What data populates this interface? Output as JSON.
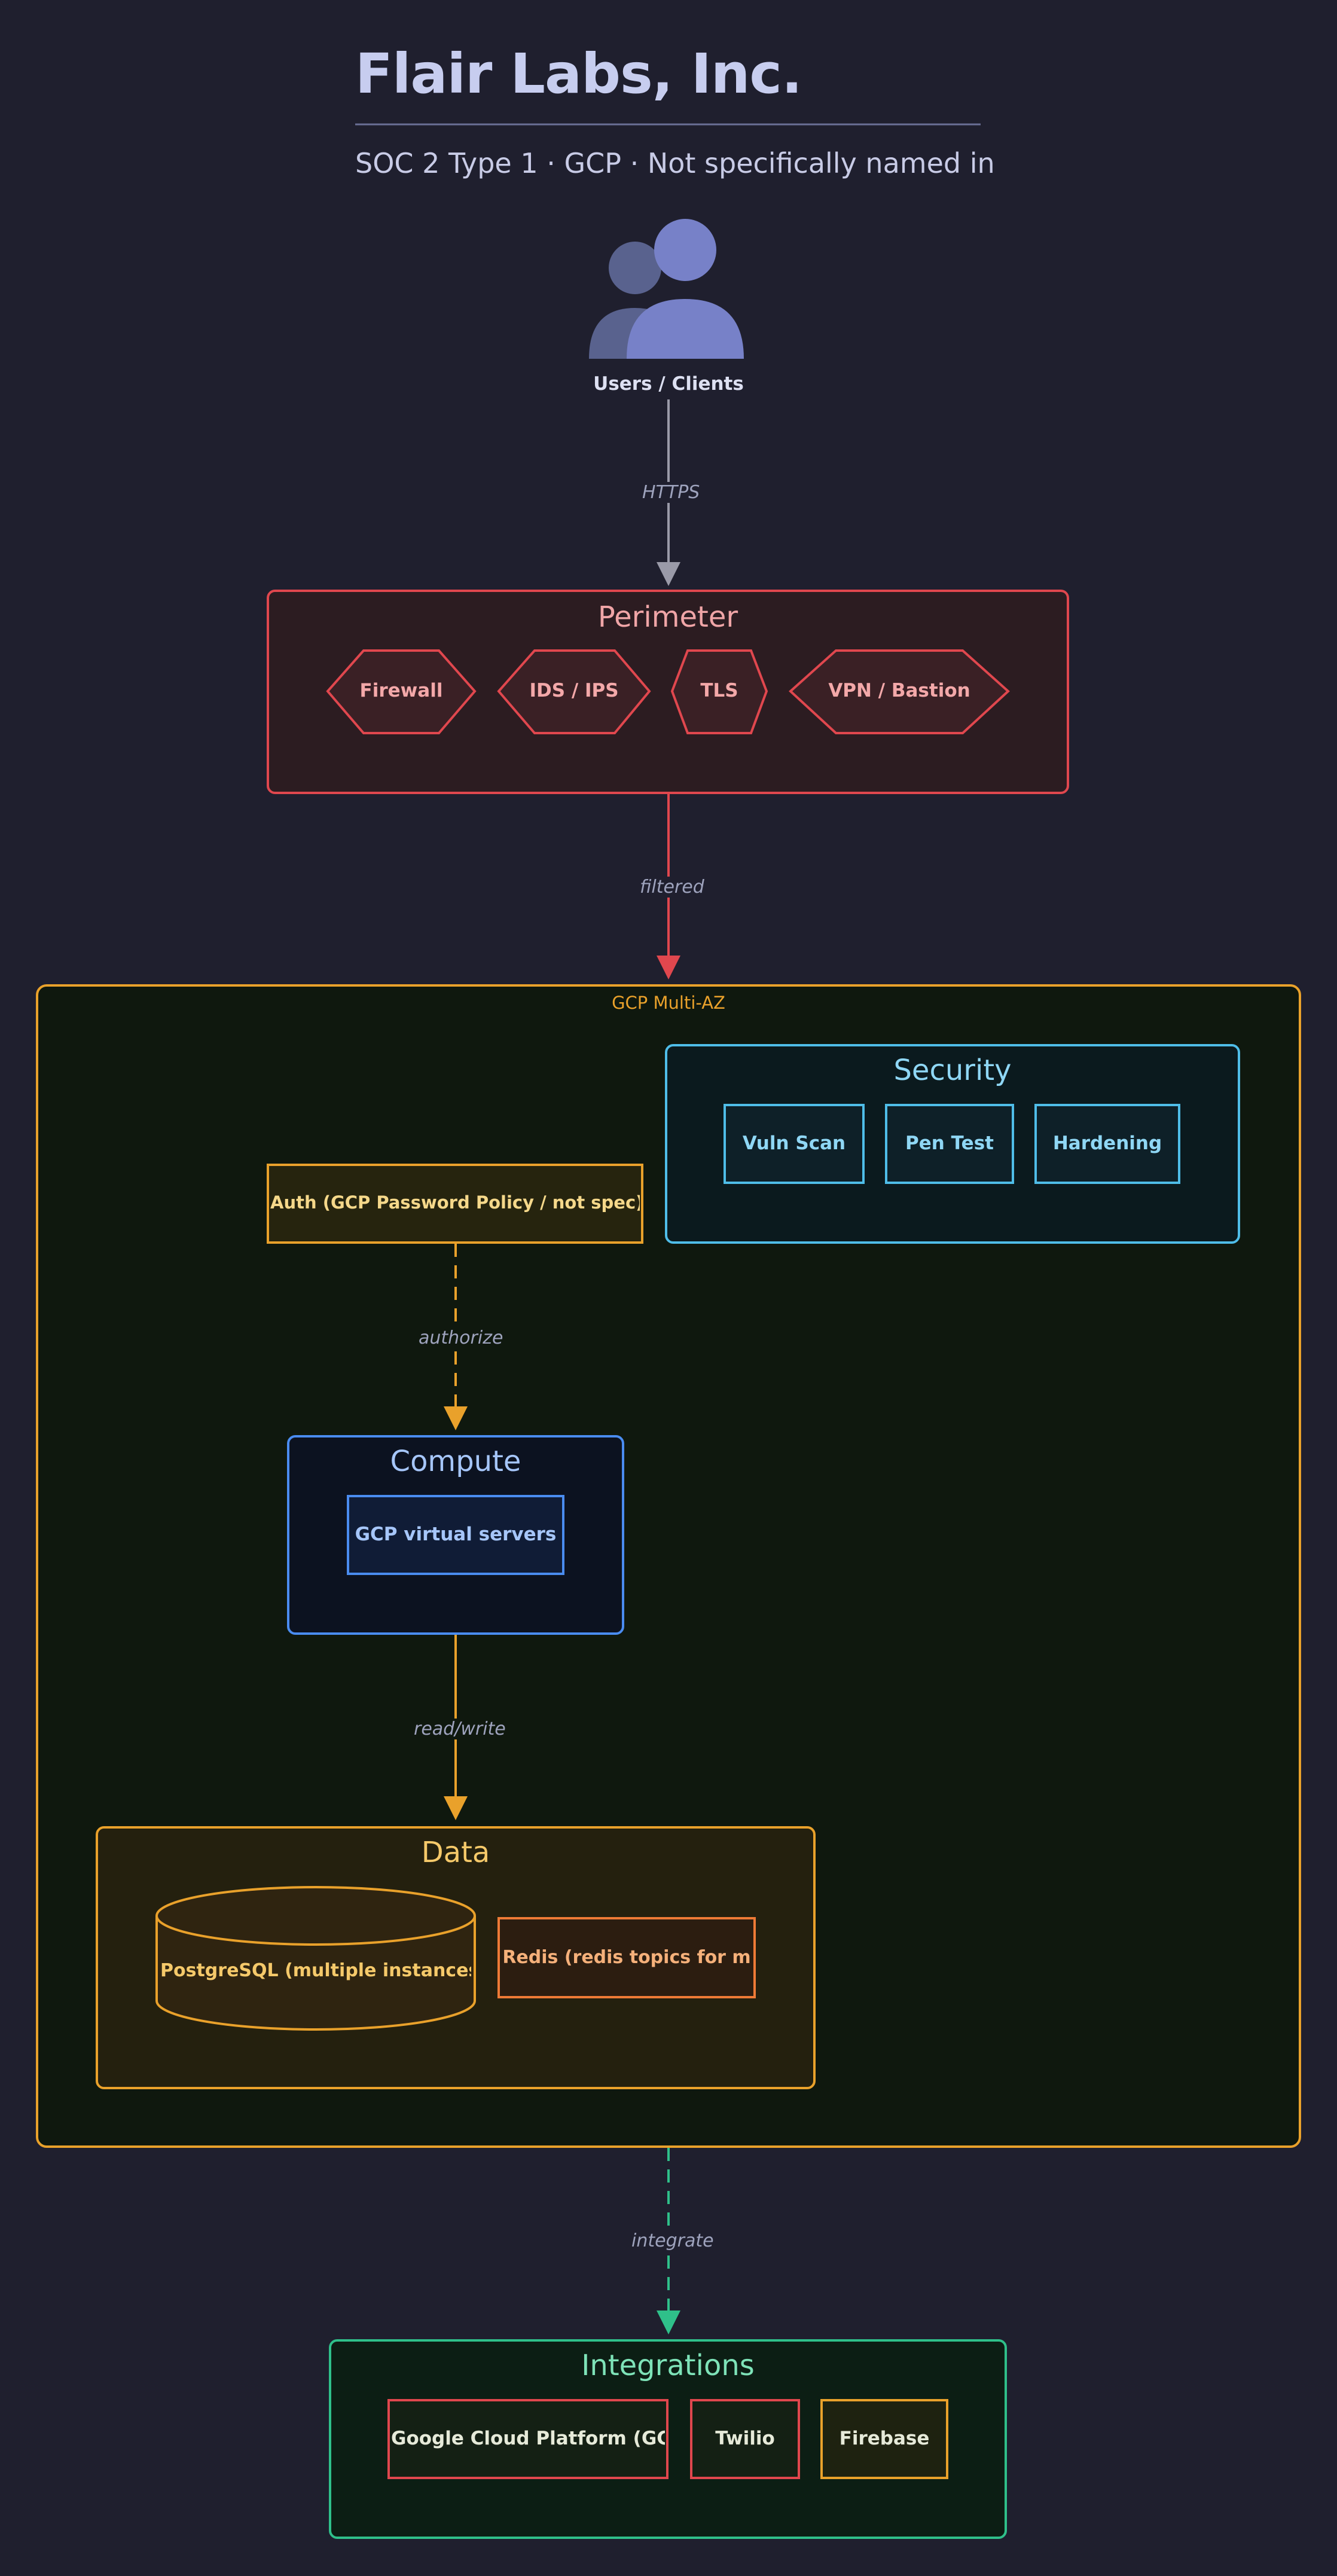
{
  "header": {
    "title": "Flair Labs, Inc.",
    "subtitle": "SOC 2 Type 1 · GCP · Not specifically named in"
  },
  "users": {
    "label": "Users / Clients"
  },
  "edges": {
    "users_perimeter": "HTTPS",
    "perimeter_cloud": "filtered",
    "auth_compute": "authorize",
    "compute_data": "read/write",
    "cloud_integrations": "integrate"
  },
  "perimeter": {
    "title": "Perimeter",
    "items": [
      "Firewall",
      "IDS / IPS",
      "TLS",
      "VPN / Bastion"
    ]
  },
  "cloud": {
    "label": "GCP Multi-AZ"
  },
  "security": {
    "title": "Security",
    "items": [
      "Vuln Scan",
      "Pen Test",
      "Hardening"
    ]
  },
  "auth": {
    "label": "Auth (GCP Password Policy / not spec)"
  },
  "compute": {
    "title": "Compute",
    "items": [
      "GCP virtual servers"
    ]
  },
  "data": {
    "title": "Data",
    "items": [
      "PostgreSQL (multiple instances",
      "Redis (redis topics for m"
    ]
  },
  "integrations": {
    "title": "Integrations",
    "items": [
      "Google Cloud Platform (GC",
      "Twilio",
      "Firebase"
    ]
  },
  "colors": {
    "background": "#1f1f2e",
    "perimeter": "#e0474e",
    "cloud": "#e9a12b",
    "security": "#4fbde8",
    "compute": "#4a8cf0",
    "data": "#e9a12b",
    "integrations": "#2fc08a"
  }
}
